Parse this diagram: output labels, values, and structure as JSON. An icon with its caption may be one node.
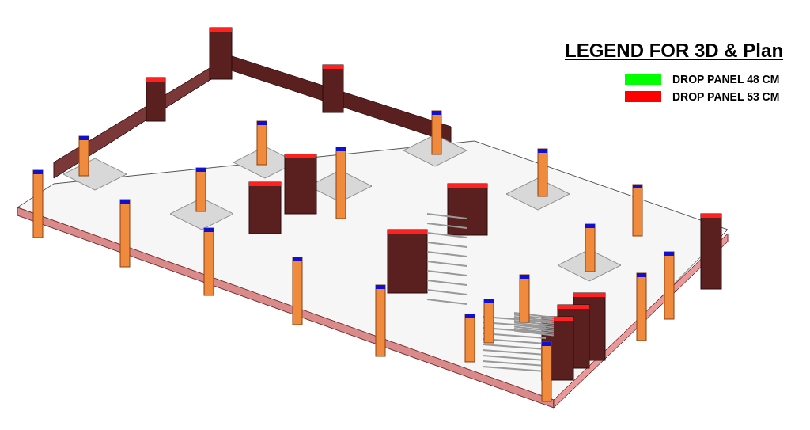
{
  "diagram": {
    "title": "LEGEND FOR 3D & Plan",
    "legend": [
      {
        "text": "DROP PANEL 48 CM",
        "color": "#00ff00"
      },
      {
        "text": "DROP PANEL 53 CM",
        "color": "#ff0000"
      }
    ]
  }
}
